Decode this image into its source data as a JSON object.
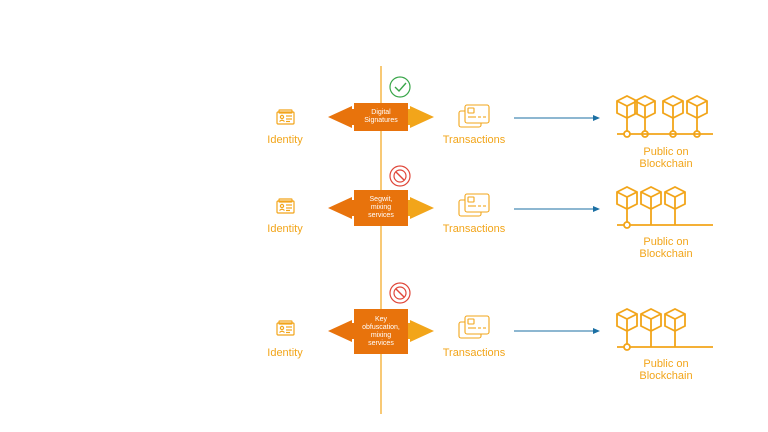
{
  "rows": [
    {
      "identity_label": "Identity",
      "method_label": "Digital\nSignatures",
      "transactions_label": "Transactions",
      "chain_label": "Public on\nBlockchain",
      "status_icon": "check-circle-icon"
    },
    {
      "identity_label": "Identity",
      "method_label": "Segwit,\nmixing\nservices",
      "transactions_label": "Transactions",
      "chain_label": "Public on\nBlockchain",
      "status_icon": "prohibited-icon"
    },
    {
      "identity_label": "Identity",
      "method_label": "Key\nobfuscation,\nmixing\nservices",
      "transactions_label": "Transactions",
      "chain_label": "Public on\nBlockchain",
      "status_icon": "prohibited-icon"
    }
  ],
  "colors": {
    "orange_light": "#f2a51a",
    "orange_dark": "#e8730c",
    "arrow_blue": "#1b6fa3",
    "check_green": "#3aa64a",
    "prohibit_red": "#e0473a"
  }
}
